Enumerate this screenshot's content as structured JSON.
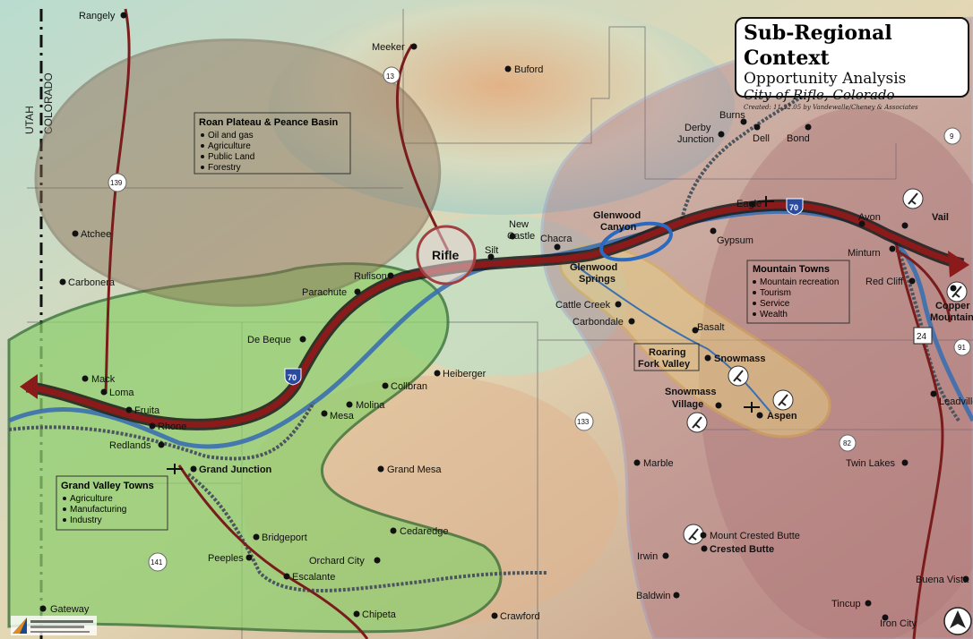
{
  "title": {
    "main": "Sub-Regional Context",
    "sub": "Opportunity Analysis",
    "place": "City of Rifle, Colorado",
    "credit": "Created: 11.22.05 by Vandewalle/Cheney & Associates"
  },
  "state_labels": {
    "left": "UTAH",
    "right": "COLORADO"
  },
  "regions": {
    "roan": {
      "title": "Roan Plateau & Peance Basin",
      "items": [
        "Oil and gas",
        "Agriculture",
        "Public Land",
        "Forestry"
      ]
    },
    "mountain": {
      "title": "Mountain Towns",
      "items": [
        "Mountain recreation",
        "Tourism",
        "Service",
        "Wealth"
      ]
    },
    "grand_valley": {
      "title": "Grand Valley Towns",
      "items": [
        "Agriculture",
        "Manufacturing",
        "Industry"
      ]
    }
  },
  "highlight_labels": {
    "rifle": "Rifle",
    "glenwood_canyon": [
      "Glenwood",
      "Canyon"
    ],
    "glenwood_springs": [
      "Glenwood",
      "Springs"
    ],
    "roaring_fork": [
      "Roaring",
      "Fork Valley"
    ]
  },
  "towns": {
    "rangely": "Rangely",
    "meeker": "Meeker",
    "buford": "Buford",
    "atchee": "Atchee",
    "carbonera": "Carbonera",
    "rulison": "Rulison",
    "parachute": "Parachute",
    "debeque": "De Beque",
    "silt": "Silt",
    "new_castle": [
      "New",
      "Castle"
    ],
    "chacra": "Chacra",
    "mack": "Mack",
    "loma": "Loma",
    "fruita": "Fruita",
    "rhone": "Rhone",
    "redlands": "Redlands",
    "grand_junction": "Grand Junction",
    "collbran": "Collbran",
    "molina": "Molina",
    "mesa": "Mesa",
    "heiberger": "Heiberger",
    "grand_mesa": "Grand Mesa",
    "cedaredge": "Cedaredge",
    "orchard_city": "Orchard City",
    "bridgeport": "Bridgeport",
    "peeples": "Peeples",
    "escalante": "Escalante",
    "gateway": "Gateway",
    "chipeta": "Chipeta",
    "crawford": "Crawford",
    "burns": "Burns",
    "derby_junction": [
      "Derby",
      "Junction"
    ],
    "dell": "Dell",
    "bond": "Bond",
    "eagle": "Eagle",
    "gypsum": "Gypsum",
    "avon": "Avon",
    "vail": "Vail",
    "minturn": "Minturn",
    "red_cliff": "Red Cliff",
    "copper_mountain": [
      "Copper",
      "Mountain"
    ],
    "cattle_creek": "Cattle Creek",
    "carbondale": "Carbondale",
    "basalt": "Basalt",
    "snowmass": "Snowmass",
    "snowmass_village": [
      "Snowmass",
      "Village"
    ],
    "aspen": "Aspen",
    "marble": "Marble",
    "twin_lakes": "Twin Lakes",
    "leadville": "Leadville",
    "mount_crested_butte": "Mount Crested Butte",
    "crested_butte": "Crested Butte",
    "irwin": "Irwin",
    "baldwin": "Baldwin",
    "buena_vista": "Buena Vista",
    "tincup": "Tincup",
    "iron_city": "Iron City"
  },
  "highway_shields": {
    "i70_a": "70",
    "i70_b": "70",
    "us24": "24",
    "co13": "13",
    "co139": "139",
    "co141": "141",
    "co133": "133",
    "co82": "82",
    "co91": "91",
    "co9": "9"
  },
  "icon_names": [
    "ski-resort-icon",
    "airport-icon",
    "north-arrow-icon",
    "logo-icon"
  ],
  "colors": {
    "interstate": "#8b1a1a",
    "interstate_shadow": "#1a1a1a",
    "highway": "#7a1c1c",
    "railroad": "#4a5560",
    "river": "#3b6fb0",
    "roan_fill": "#8a6a52",
    "grand_valley_line": "#2e6b2e",
    "mountain_fill": "#a26080",
    "mountain_edge": "#8a8ad0",
    "roaring_fork_edge": "#e0b040",
    "glenwood_canyon": "#2a6ac0",
    "grand_valley_fill": "#8fcf70"
  }
}
